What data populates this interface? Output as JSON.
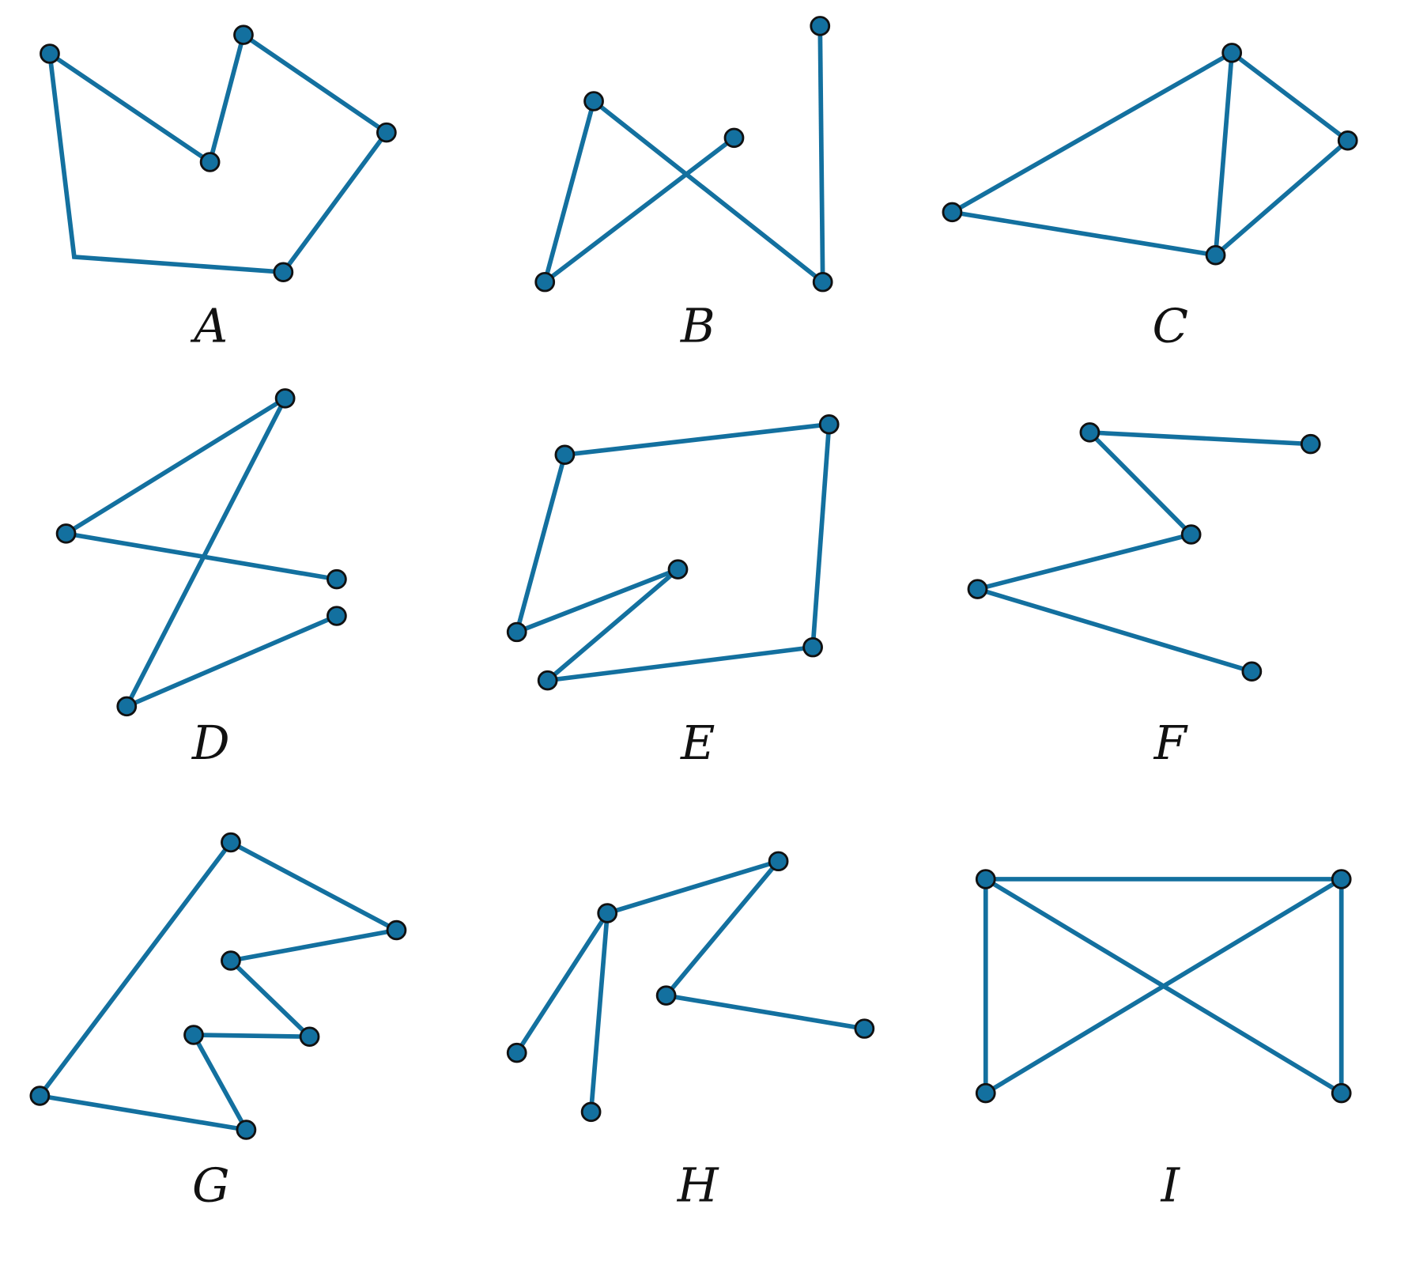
{
  "figure": {
    "panels": [
      {
        "label": "A"
      },
      {
        "label": "B"
      },
      {
        "label": "C"
      },
      {
        "label": "D"
      },
      {
        "label": "E"
      },
      {
        "label": "F"
      },
      {
        "label": "G"
      },
      {
        "label": "H"
      },
      {
        "label": "I"
      }
    ],
    "colors": {
      "edge": "#13709f",
      "node_fill": "#13709f",
      "node_stroke": "#111111"
    }
  }
}
